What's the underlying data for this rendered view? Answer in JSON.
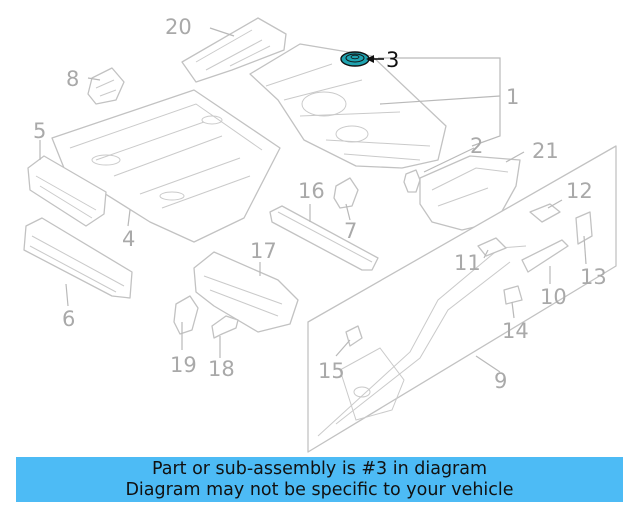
{
  "callouts": {
    "c1": "1",
    "c2": "2",
    "c3": "3",
    "c4": "4",
    "c5": "5",
    "c6": "6",
    "c7": "7",
    "c8": "8",
    "c9": "9",
    "c10": "10",
    "c11": "11",
    "c12": "12",
    "c13": "13",
    "c14": "14",
    "c15": "15",
    "c16": "16",
    "c17": "17",
    "c18": "18",
    "c19": "19",
    "c20": "20",
    "c21": "21"
  },
  "highlight": {
    "part": "3",
    "color": "#1fa3b0"
  },
  "banner": {
    "line1": "Part or sub-assembly is #3 in diagram",
    "line2": "Diagram may not be specific to your vehicle",
    "background": "#4dbbf5"
  }
}
